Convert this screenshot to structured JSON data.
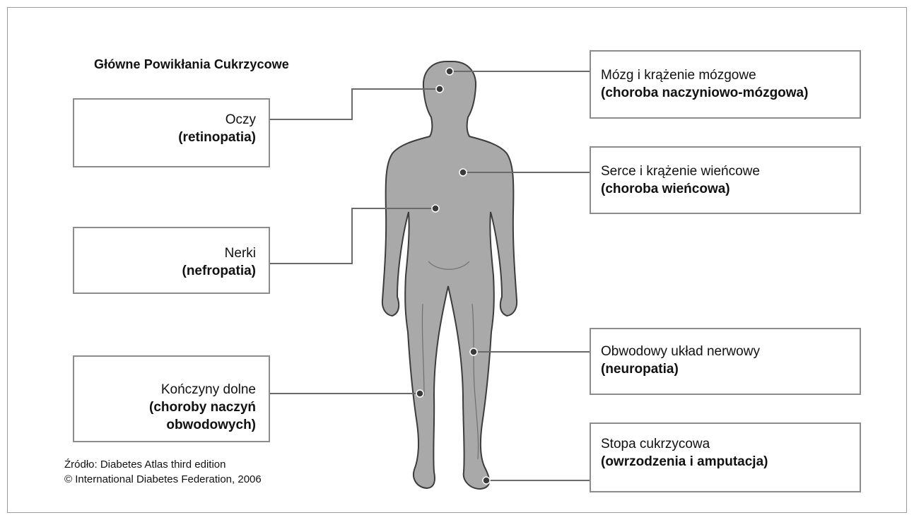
{
  "title": "Główne Powikłania Cukrzycowe",
  "labels": {
    "eyes": {
      "name": "Oczy",
      "term": "(retinopatia)"
    },
    "kidneys": {
      "name": "Nerki",
      "term": "(nefropatia)"
    },
    "limbs": {
      "name": "Kończyny dolne",
      "term_line1": "(choroby naczyń",
      "term_line2": "obwodowych)"
    },
    "brain": {
      "name": "Mózg i krążenie mózgowe",
      "term": "(choroba naczyniowo-mózgowa)"
    },
    "heart": {
      "name": "Serce i krążenie wieńcowe",
      "term": "(choroba wieńcowa)"
    },
    "nerves": {
      "name": "Obwodowy układ nerwowy",
      "term": "(neuropatia)"
    },
    "foot": {
      "name": "Stopa cukrzycowa",
      "term": "(owrzodzenia i amputacja)"
    }
  },
  "source": {
    "line1": "Źródło: Diabetes Atlas third edition",
    "line2": "© International Diabetes Federation, 2006"
  },
  "colors": {
    "body_fill": "#a9a9a9",
    "body_outline": "#3c3c3c",
    "connector": "#6a6a6a",
    "box_border": "#8c8c8c"
  }
}
